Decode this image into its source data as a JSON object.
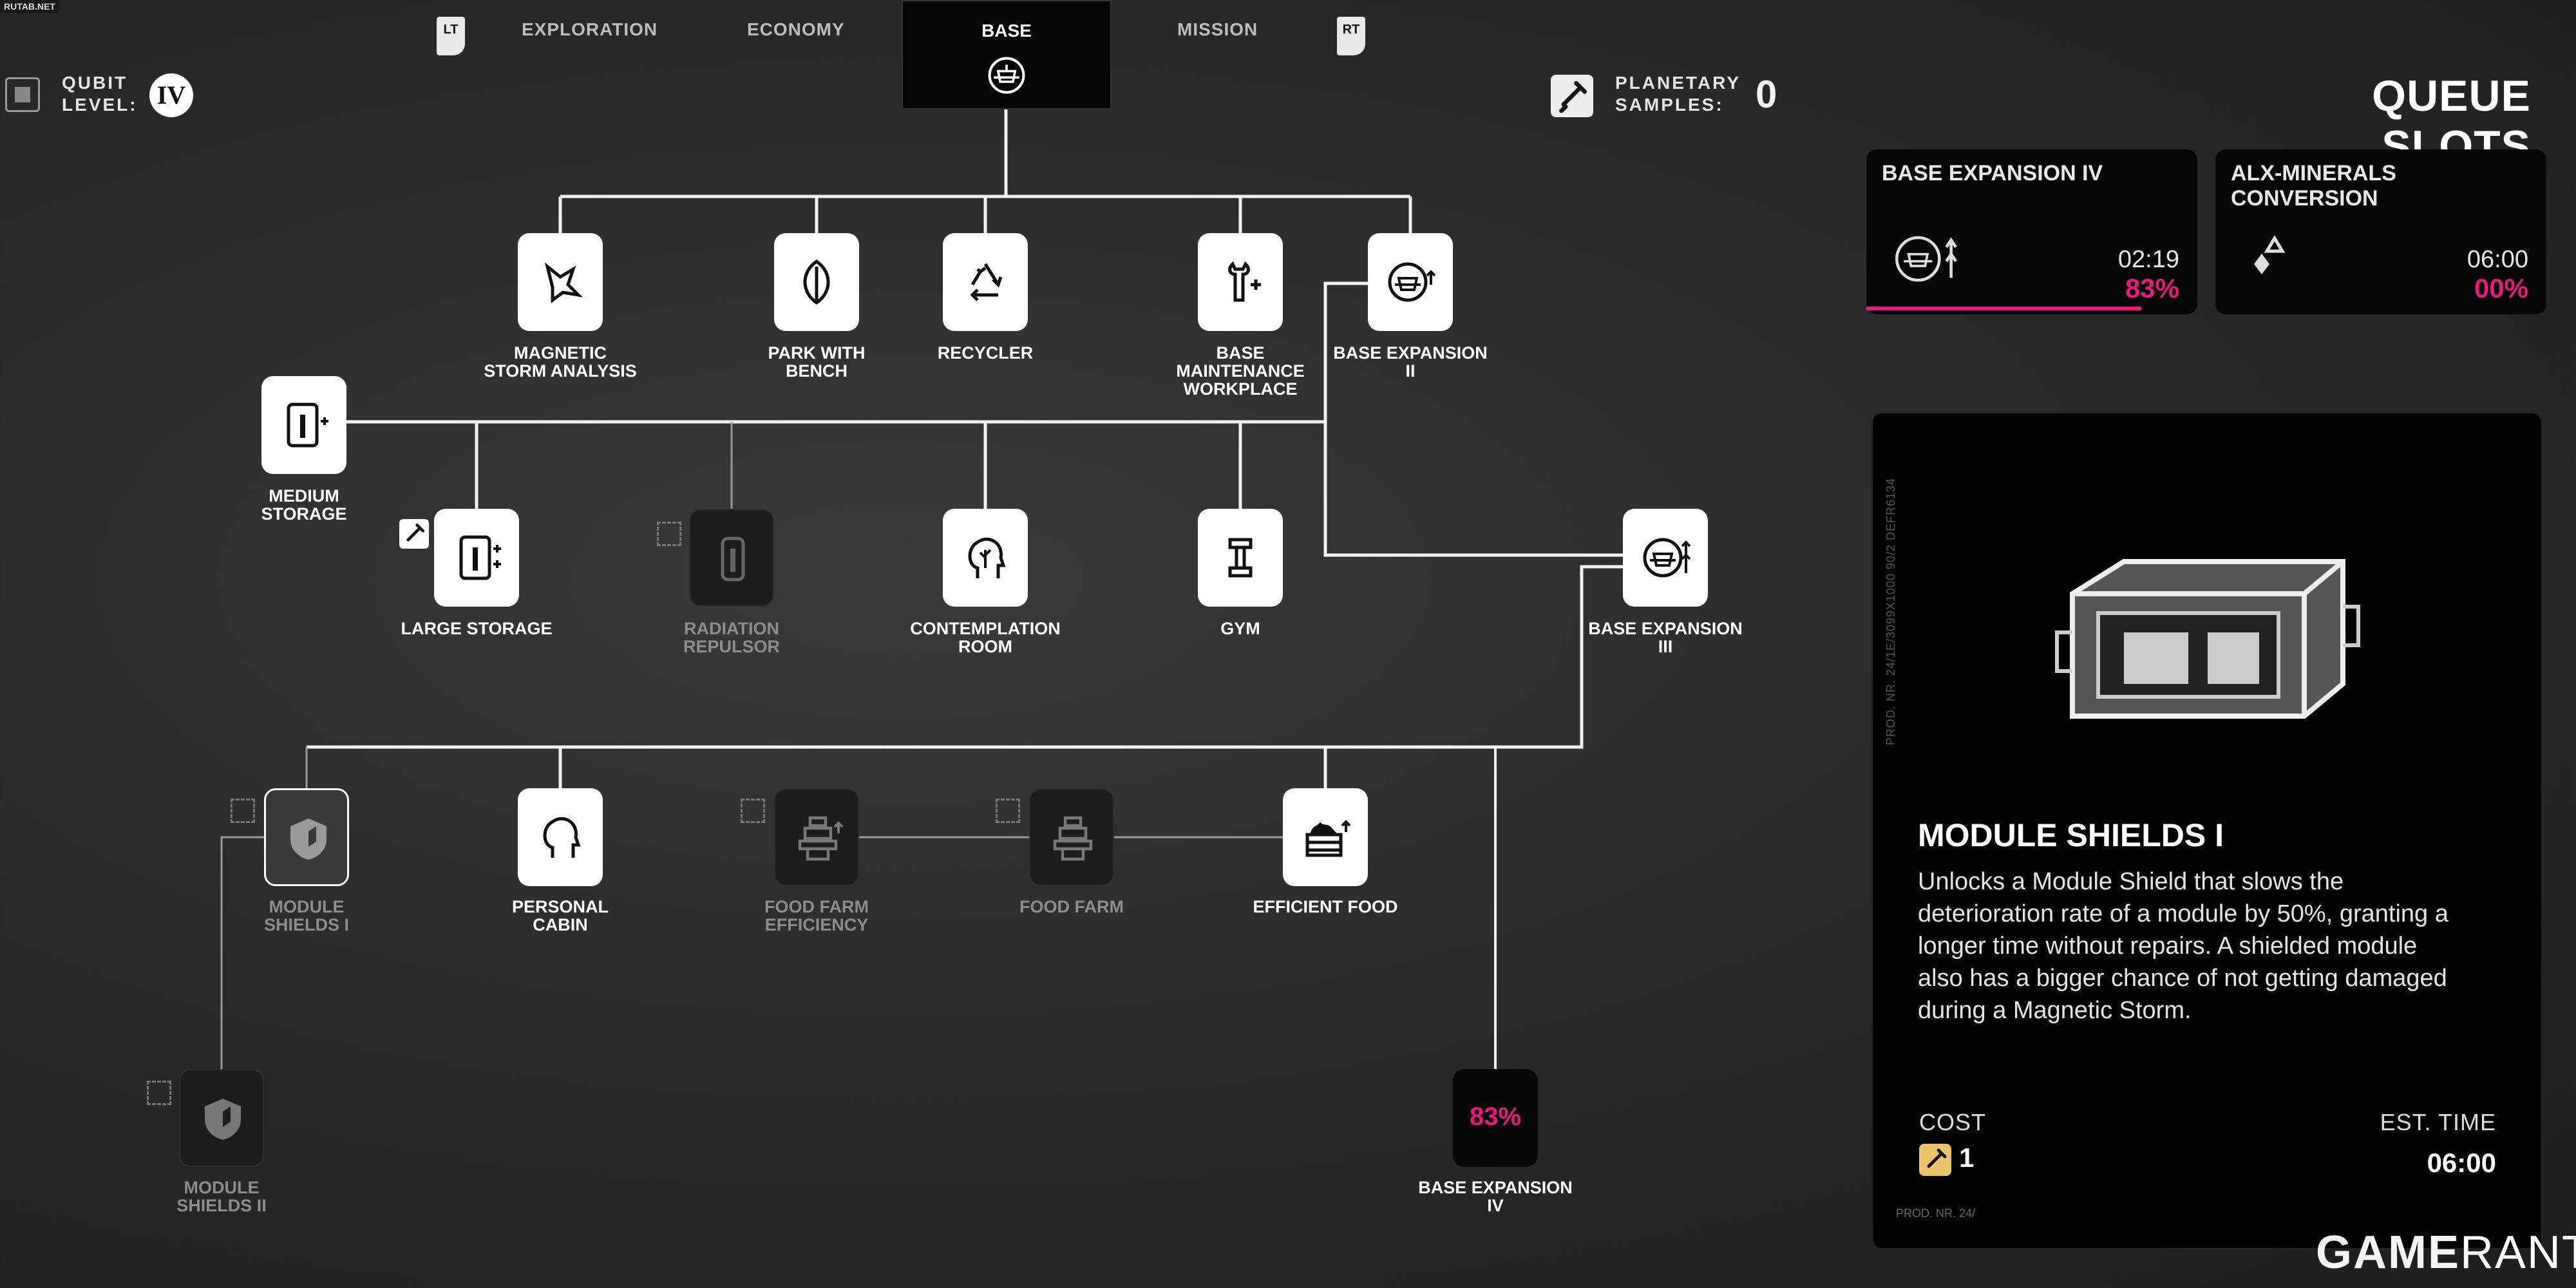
{
  "watermark": "RUTAB.NET",
  "header": {
    "lt": "LT",
    "rt": "RT",
    "tabs": [
      "EXPLORATION",
      "ECONOMY",
      "BASE",
      "MISSION"
    ],
    "active_tab": "BASE"
  },
  "qubit": {
    "label_line1": "QUBIT",
    "label_line2": "LEVEL:",
    "level": "IV"
  },
  "samples": {
    "label_line1": "PLANETARY",
    "label_line2": "SAMPLES:",
    "value": "0"
  },
  "queue": {
    "title": "QUEUE SLOTS",
    "slots": [
      {
        "name": "BASE EXPANSION IV",
        "time": "02:19",
        "percent": "83%",
        "progress": 0.83,
        "icon": "base-expansion-icon"
      },
      {
        "name": "ALX-MINERALS CONVERSION",
        "time": "06:00",
        "percent": "00%",
        "progress": 0,
        "icon": "minerals-icon"
      }
    ]
  },
  "detail": {
    "side_text": "PROD. NR. 24/1E/3099X1000 90/2 DEFR6134",
    "title": "MODULE SHIELDS I",
    "description": "Unlocks a Module Shield that slows the deterioration rate of a module by 50%, granting a longer time without repairs. A shielded module also has a bigger chance of not getting damaged during a Magnetic Storm.",
    "cost_label": "COST",
    "cost_value": "1",
    "est_label": "EST. TIME",
    "est_value": "06:00",
    "prod": "PROD. NR. 24/"
  },
  "tree": {
    "magnetic_storm": "MAGNETIC STORM ANALYSIS",
    "park_bench": "PARK WITH BENCH",
    "recycler": "RECYCLER",
    "maintenance": "BASE MAINTENANCE WORKPLACE",
    "base_exp_2": "BASE EXPANSION II",
    "medium_storage": "MEDIUM STORAGE",
    "large_storage": "LARGE STORAGE",
    "radiation": "RADIATION REPULSOR",
    "contemplation": "CONTEMPLATION ROOM",
    "gym": "GYM",
    "base_exp_3": "BASE EXPANSION III",
    "module_shields_1": "MODULE SHIELDS I",
    "personal_cabin": "PERSONAL CABIN",
    "food_farm_eff": "FOOD FARM EFFICIENCY",
    "food_farm": "FOOD FARM",
    "efficient_food": "EFFICIENT FOOD",
    "module_shields_2": "MODULE SHIELDS II",
    "base_exp_4": "BASE EXPANSION IV",
    "base_exp_4_pct": "83%"
  },
  "brand": {
    "game": "GAME",
    "rant": "RANT"
  },
  "colors": {
    "accent": "#e6197c",
    "panel": "#060606",
    "node": "#ffffff"
  }
}
